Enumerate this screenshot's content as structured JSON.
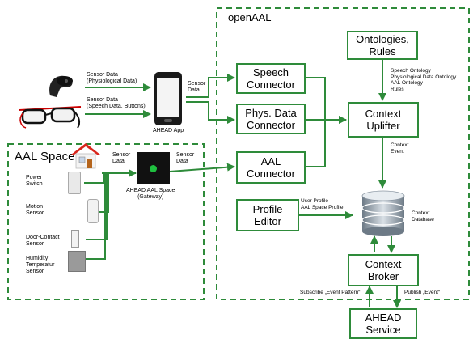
{
  "regions": {
    "openaal": "openAAL",
    "aal_space": "AAL Space"
  },
  "boxes": {
    "ontologies": "Ontologies,\nRules",
    "speech": "Speech\nConnector",
    "phys": "Phys. Data\nConnector",
    "uplifter": "Context\nUplifter",
    "aal_conn": "AAL\nConnector",
    "profile": "Profile\nEditor",
    "broker": "Context\nBroker",
    "service": "AHEAD\nService"
  },
  "labels": {
    "sensor_phys": "Sensor Data\n(Physiological Data)",
    "sensor_speech": "Sensor Data\n(Speech Data, Buttons)",
    "phone_sensor": "Sensor\nData",
    "ahead_app": "AHEAD  App",
    "ontology_list": "Speech Ontology\nPhysiological Data Ontology\nAAL Ontology\nRules",
    "context_event": "Context\nEvent",
    "context_db": "Context\nDatabase",
    "user_profile": "User Profile\nAAL Space Profile",
    "subscribe": "Subscribe  „Event Pattern“",
    "publish": "Publish „Event“",
    "space_sensor_left": "Sensor\nData",
    "space_sensor_right": "Sensor\nData",
    "gateway": "AHEAD  AAL  Space\n(Gateway)",
    "power": "Power\nSwitch",
    "motion": "Motion\nSensor",
    "door": "Door-Contact\nSensor",
    "humidity": "Humidity\nTemperatur\nSensor"
  },
  "colors": {
    "green": "#2e8b3a",
    "gateway": "#111111",
    "gateway_led": "#1fbf3f",
    "roof": "#d9261c"
  }
}
